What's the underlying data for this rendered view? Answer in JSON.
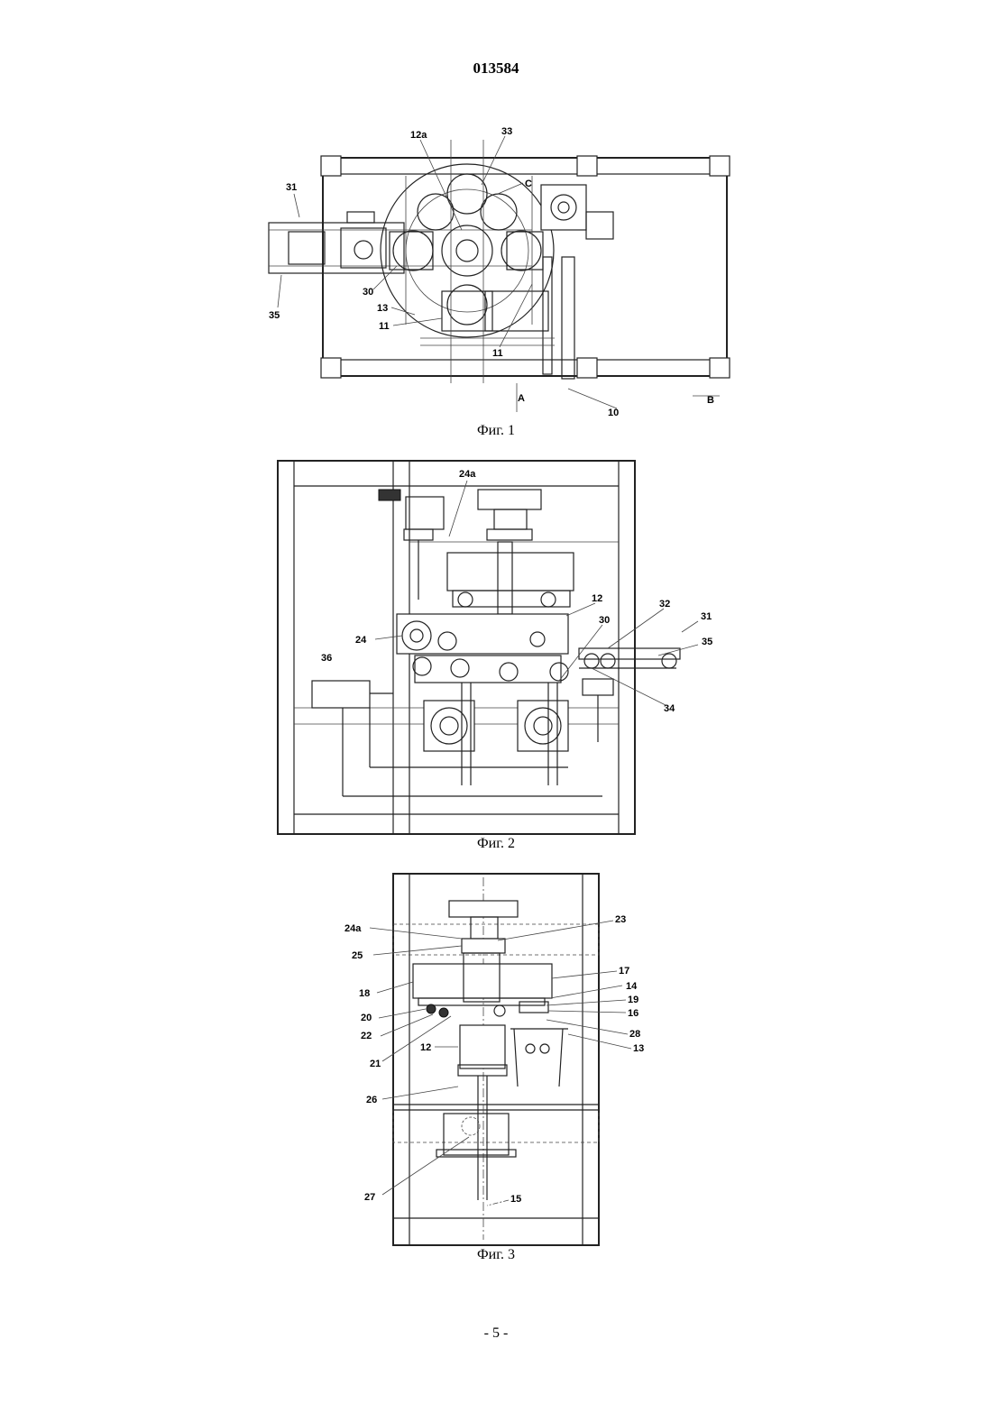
{
  "header": {
    "doc_number": "013584"
  },
  "figures": [
    {
      "caption": "Фиг. 1",
      "labels": [
        "12a",
        "33",
        "C",
        "31",
        "30",
        "35",
        "13",
        "11",
        "11",
        "A",
        "10",
        "B"
      ]
    },
    {
      "caption": "Фиг. 2",
      "labels": [
        "24a",
        "12",
        "30",
        "32",
        "31",
        "35",
        "24",
        "36",
        "34"
      ]
    },
    {
      "caption": "Фиг. 3",
      "labels": [
        "23",
        "24a",
        "25",
        "17",
        "14",
        "18",
        "19",
        "20",
        "16",
        "22",
        "28",
        "21",
        "12",
        "13",
        "26",
        "27",
        "15"
      ]
    }
  ],
  "footer": {
    "page_number": "- 5 -"
  }
}
